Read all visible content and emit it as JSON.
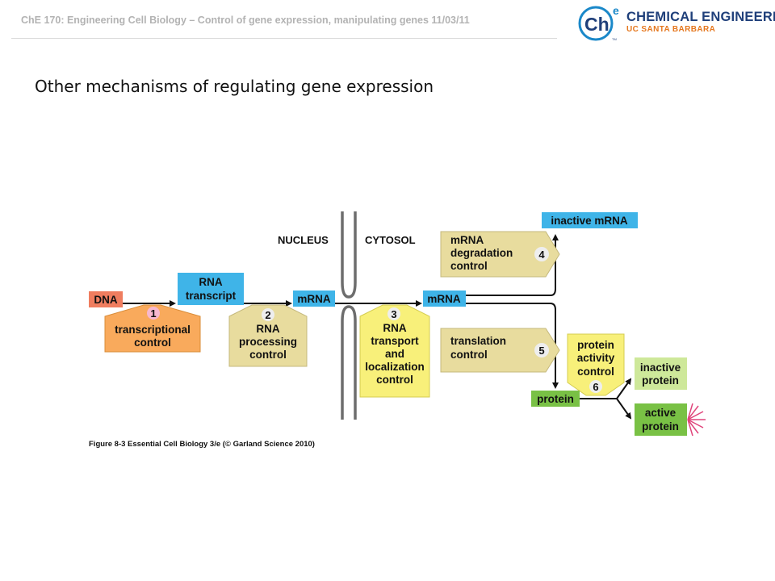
{
  "header": {
    "title": "ChE 170: Engineering Cell Biology – Control of gene expression, manipulating genes 11/03/11"
  },
  "logo": {
    "mark": "Ch",
    "superscript": "e",
    "tm": "TM",
    "name": "CHEMICAL ENGINEERING",
    "subtitle": "UC SANTA BARBARA"
  },
  "slide": {
    "title": "Other mechanisms of regulating gene expression"
  },
  "diagram": {
    "regions": {
      "nucleus": "NUCLEUS",
      "cytosol": "CYTOSOL"
    },
    "molecules": {
      "dna": "DNA",
      "rna_transcript": [
        "RNA",
        "transcript"
      ],
      "mrna_nucleus": "mRNA",
      "mrna_cytosol": "mRNA",
      "inactive_mrna": "inactive mRNA",
      "protein": "protein",
      "inactive_protein": [
        "inactive",
        "protein"
      ],
      "active_protein": [
        "active",
        "protein"
      ]
    },
    "controls": [
      {
        "number": "1",
        "lines": [
          "transcriptional",
          "control"
        ]
      },
      {
        "number": "2",
        "lines": [
          "RNA",
          "processing",
          "control"
        ]
      },
      {
        "number": "3",
        "lines": [
          "RNA",
          "transport",
          "and",
          "localization",
          "control"
        ]
      },
      {
        "number": "4",
        "lines": [
          "mRNA",
          "degradation",
          "control"
        ]
      },
      {
        "number": "5",
        "lines": [
          "translation",
          "control"
        ]
      },
      {
        "number": "6",
        "lines": [
          "protein",
          "activity",
          "control"
        ]
      }
    ],
    "colors": {
      "dna": "#ef7d5f",
      "blue_box": "#3fb4e8",
      "orange_control": "#f9aa5c",
      "tan_control": "#e8dc9e",
      "yellow_control": "#f8f07a",
      "green_box": "#79c145",
      "light_green_box": "#cee89a",
      "number_circle": "#eeeeee",
      "pink_circle": "#f7b8cf",
      "membrane": "#6d6d6d",
      "star": "#e0457b"
    },
    "caption": "Figure 8-3  Essential Cell Biology 3/e (© Garland Science 2010)"
  }
}
